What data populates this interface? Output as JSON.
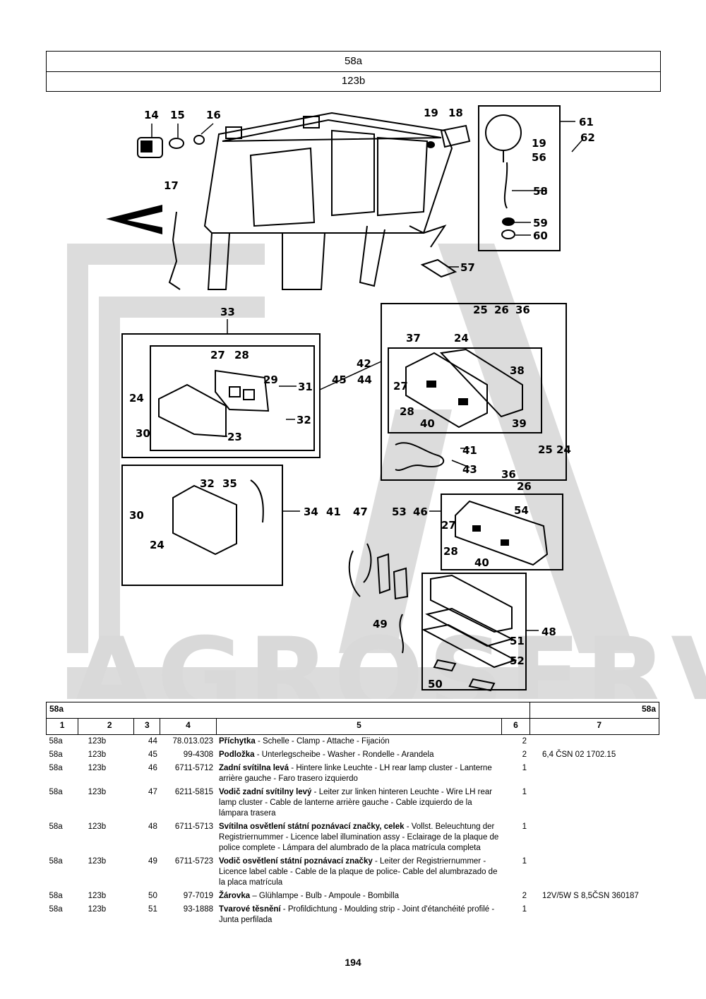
{
  "header": {
    "group": "58a",
    "subgroup": "123b"
  },
  "watermark": "AGROSERVIS",
  "diagram": {
    "labels": [
      "14",
      "15",
      "16",
      "17",
      "19",
      "18",
      "61",
      "62",
      "19",
      "56",
      "58",
      "59",
      "60",
      "57",
      "33",
      "27",
      "28",
      "29",
      "31",
      "32",
      "24",
      "30",
      "23",
      "25",
      "26",
      "36",
      "24",
      "37",
      "38",
      "42",
      "45",
      "44",
      "27",
      "28",
      "40",
      "39",
      "41",
      "43",
      "36",
      "26",
      "25",
      "24",
      "32",
      "35",
      "34",
      "30",
      "24",
      "41",
      "47",
      "53",
      "46",
      "54",
      "27",
      "28",
      "40",
      "48",
      "49",
      "51",
      "52",
      "50"
    ]
  },
  "table": {
    "bar_left": "58a",
    "bar_right": "58a",
    "columns": [
      "1",
      "2",
      "3",
      "4",
      "5",
      "6",
      "7"
    ],
    "rows": [
      {
        "group": "58a",
        "sub": "123b",
        "pos": "44",
        "code": "78.013.023",
        "name": "Příchytka",
        "desc": " - Schelle - Clamp - Attache - Fijación",
        "qty": "2",
        "note": ""
      },
      {
        "group": "58a",
        "sub": "123b",
        "pos": "45",
        "code": "99-4308",
        "name": "Podložka",
        "desc": " - Unterlegscheibe - Washer - Rondelle - Arandela",
        "qty": "2",
        "note": "6,4 ČSN 02 1702.15"
      },
      {
        "group": "58a",
        "sub": "123b",
        "pos": "46",
        "code": "6711-5712",
        "name": "Zadní svítilna levá",
        "desc": " - Hintere linke Leuchte - LH rear lamp cluster - Lanterne arrière gauche - Faro trasero izquierdo",
        "qty": "1",
        "note": ""
      },
      {
        "group": "58a",
        "sub": "123b",
        "pos": "47",
        "code": "6211-5815",
        "name": "Vodič zadní svítilny levý",
        "desc": " - Leiter zur linken hinteren Leuchte - Wire LH rear lamp cluster - Cable de lanterne arrière gauche - Cable izquierdo de la lámpara trasera",
        "qty": "1",
        "note": ""
      },
      {
        "group": "58a",
        "sub": "123b",
        "pos": "48",
        "code": "6711-5713",
        "name": "Svítilna osvětlení státní poznávací značky, celek",
        "desc": " - Vollst. Beleuchtung der Registriernummer - Licence label illumination assy - Eclairage de la plaque de police complete - Lámpara del alumbrado de la placa matrícula completa",
        "qty": "1",
        "note": ""
      },
      {
        "group": "58a",
        "sub": "123b",
        "pos": "49",
        "code": "6711-5723",
        "name": "Vodič osvětlení státní poznávací značky",
        "desc": " - Leiter der Registriernummer - Licence label cable - Cable de la plaque de police- Cable del alumbrazado de la placa matrícula",
        "qty": "1",
        "note": ""
      },
      {
        "group": "58a",
        "sub": "123b",
        "pos": "50",
        "code": "97-7019",
        "name": "Žárovka",
        "desc": " – Glühlampe - Bulb - Ampoule - Bombilla",
        "qty": "2",
        "note": "12V/5W S 8,5ČSN 360187"
      },
      {
        "group": "58a",
        "sub": "123b",
        "pos": "51",
        "code": "93-1888",
        "name": "Tvarové těsnění",
        "desc": " - Profildichtung - Moulding strip - Joint d'étanchéité profilé - Junta perfilada",
        "qty": "1",
        "note": ""
      }
    ]
  },
  "page_number": "194"
}
